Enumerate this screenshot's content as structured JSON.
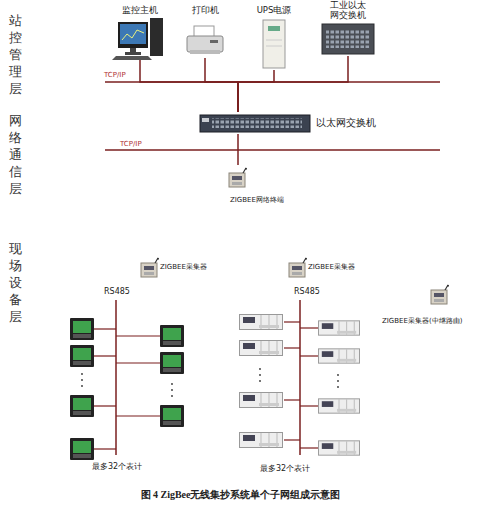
{
  "diagram": {
    "caption": "图 4 ZigBee无线集抄系统单个子网组成示意图",
    "nodes": [
      {
        "text": [
          "监控主机"
        ]
      },
      {
        "text": [
          "打印机"
        ]
      },
      {
        "text": [
          "UPS电源"
        ]
      },
      {
        "text": [
          "工业以太网交换机"
        ]
      },
      {
        "text": [
          "以太网交换机"
        ]
      },
      {
        "text": [
          "ZIGBEE网络终端"
        ]
      },
      {
        "text": [
          "ZIGBEE采集器"
        ]
      },
      {
        "text": [
          "ZIGBEE采集器"
        ]
      },
      {
        "text": [
          "ZIGBEE采集器(中继路由)"
        ]
      }
    ],
    "edges": [
      {
        "from": 0,
        "to": 4,
        "arrow": "none"
      },
      {
        "from": 1,
        "to": 4,
        "arrow": "none"
      },
      {
        "from": 2,
        "to": 4,
        "arrow": "none"
      },
      {
        "from": 3,
        "to": 4,
        "arrow": "none"
      },
      {
        "from": 4,
        "to": 5,
        "arrow": "none"
      }
    ],
    "labels": [
      "站控管理层",
      "网络通信层",
      "现场设备层",
      "TCP/IP",
      "TCP/IP",
      "RS485",
      "RS485",
      "最多32个表计",
      "最多32个表计"
    ]
  }
}
